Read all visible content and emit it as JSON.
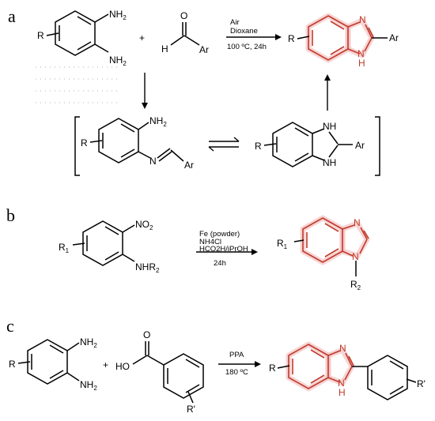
{
  "panels": [
    {
      "label": "a",
      "reagents": [
        {
          "text": "R",
          "role": "substituent"
        },
        {
          "text": "NH2",
          "role": "amine-1"
        },
        {
          "text": "NH2",
          "role": "amine-2"
        },
        {
          "text": "+",
          "role": "plus"
        },
        {
          "text": "O",
          "role": "carbonyl-oxygen"
        },
        {
          "text": "H",
          "role": "aldehyde-hydrogen"
        },
        {
          "text": "Ar",
          "role": "aryl"
        }
      ],
      "conditions": [
        "Air",
        "Dioxane",
        "100 ºC, 24h"
      ],
      "product": {
        "R": "R",
        "N": "N",
        "NH": "H",
        "Ar": "Ar"
      },
      "intermediates": {
        "imine": {
          "R": "R",
          "NH2": "NH2",
          "N": "N",
          "Ar": "Ar"
        },
        "cyclic": {
          "R": "R",
          "NH1": "NH",
          "NH2": "NH",
          "Ar": "Ar"
        }
      }
    },
    {
      "label": "b",
      "reagents": {
        "R": "R1",
        "NO2": "NO2",
        "NHR2": "NHR2"
      },
      "conditions": [
        "Fe (powder)",
        "NH4Cl",
        "HCO2H/iPrOH",
        "24h"
      ],
      "product": {
        "R": "R1",
        "N": "N",
        "N1": "N",
        "R2": "R2"
      }
    },
    {
      "label": "c",
      "reagents": {
        "R": "R",
        "NH2a": "NH2",
        "NH2b": "NH2",
        "plus": "+",
        "O": "O",
        "HO": "HO",
        "Rp": "R'"
      },
      "conditions": [
        "PPA",
        "180 ºC"
      ],
      "product": {
        "R": "R",
        "N": "N",
        "NH": "H",
        "Rp": "R'"
      }
    }
  ],
  "colors": {
    "highlight": "#c0392b",
    "halo": "#f4c6c6",
    "ink": "#000000"
  }
}
